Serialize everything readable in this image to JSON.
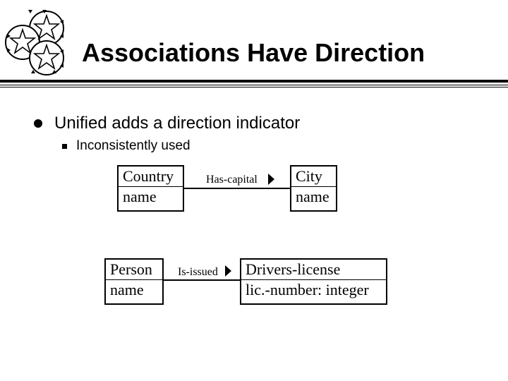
{
  "title": "Associations Have Direction",
  "bullets": [
    {
      "text": "Unified adds a direction indicator",
      "sub": [
        {
          "text": "Inconsistently used"
        }
      ]
    }
  ],
  "diagram": {
    "classes": [
      {
        "name": "Country",
        "attribute": "name"
      },
      {
        "name": "City",
        "attribute": "name"
      },
      {
        "name": "Person",
        "attribute": "name"
      },
      {
        "name": "Drivers-license",
        "attribute": "lic.-number: integer"
      }
    ],
    "associations": [
      {
        "label": "Has-capital",
        "from": "Country",
        "to": "City",
        "direction": "right"
      },
      {
        "label": "Is-issued",
        "from": "Person",
        "to": "Drivers-license",
        "direction": "right"
      }
    ]
  },
  "icons": {
    "logo": "stars-badge-icon"
  }
}
